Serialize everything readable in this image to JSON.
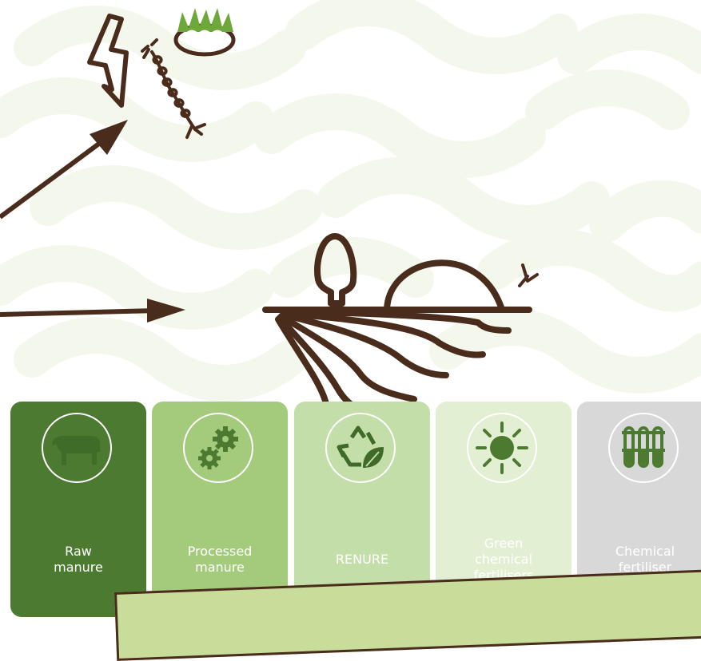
{
  "colors": {
    "brown": "#4a2c1c",
    "green_dark": "#4c7a30",
    "green_mid": "#a3cb7b",
    "green_light": "#c3dea9",
    "green_pale": "#e2efd3",
    "grey": "#d8d8d8",
    "background_pattern": "#f5f8ef"
  },
  "cards": [
    {
      "label": "Raw\nmanure",
      "icon": "cow-icon",
      "color": "#4c7a30"
    },
    {
      "label": "Processed\nmanure",
      "icon": "gears-icon",
      "color": "#a3cb7b"
    },
    {
      "label": "RENURE",
      "icon": "recycle-leaf-icon",
      "color": "#c3dea9"
    },
    {
      "label": "Green\nchemical\nfertilisers",
      "icon": "sun-icon",
      "color": "#e2efd3"
    },
    {
      "label": "Chemical\nfertiliser",
      "icon": "test-tubes-icon",
      "color": "#d8d8d8"
    }
  ],
  "note_text": ""
}
